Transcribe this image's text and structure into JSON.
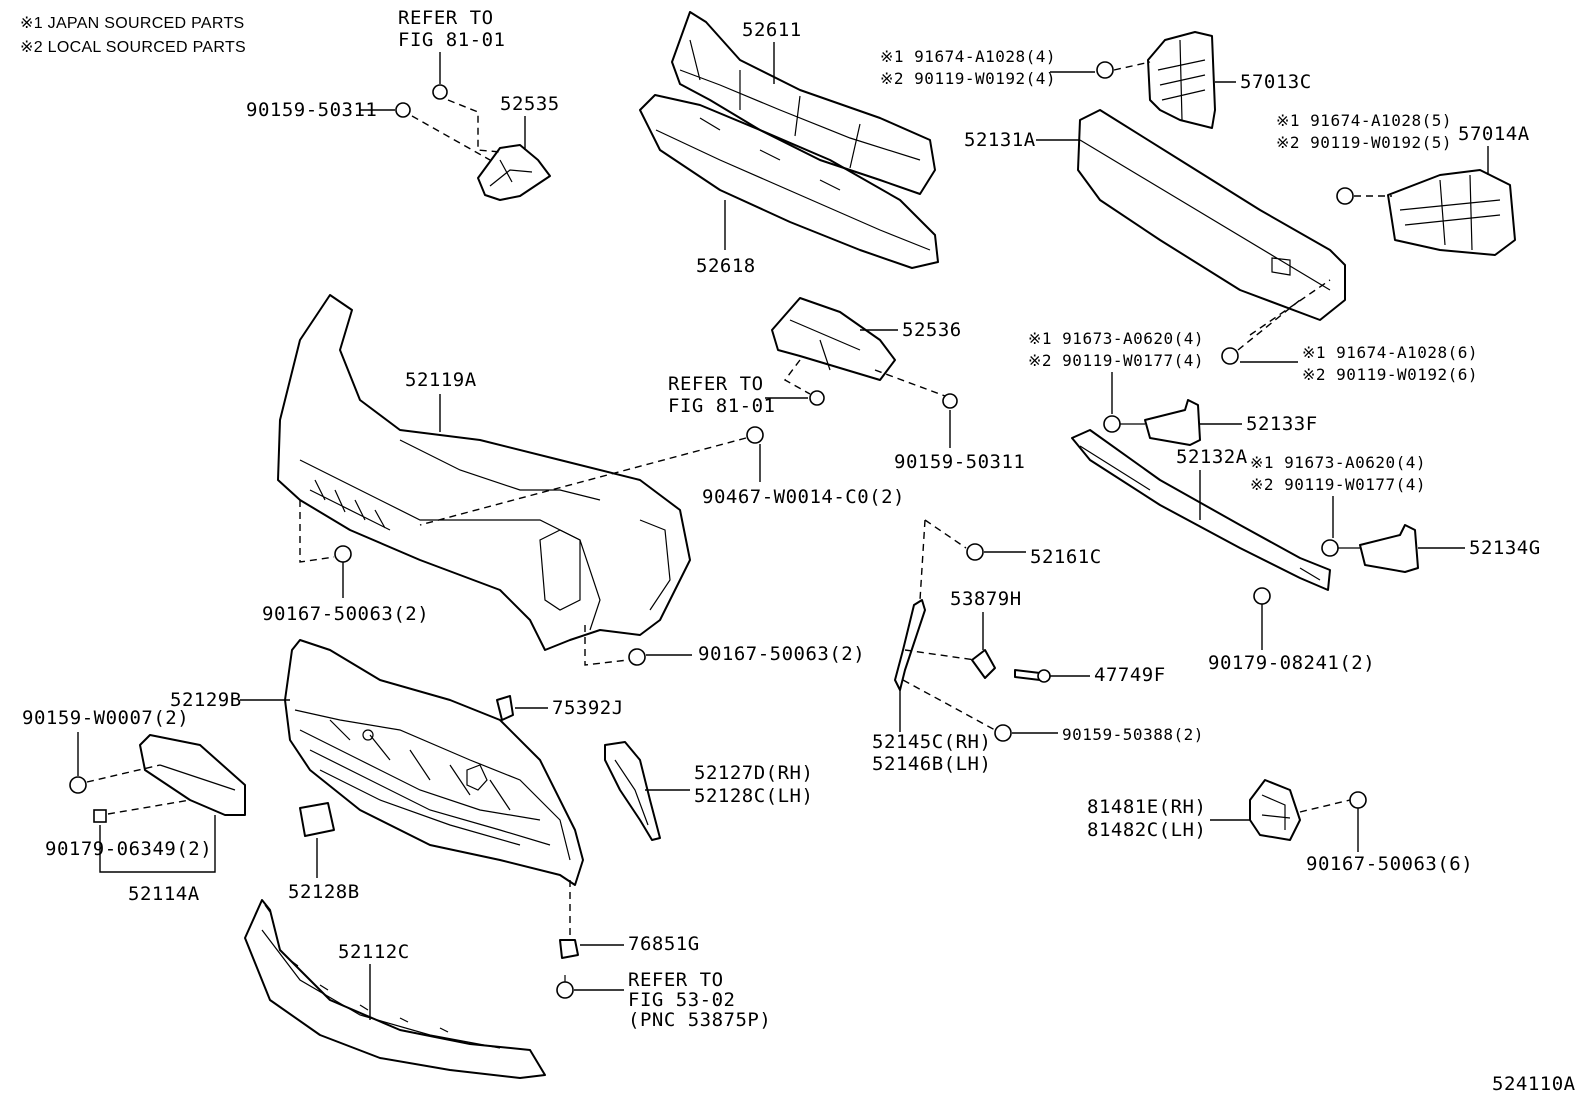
{
  "legend": [
    "※1 JAPAN SOURCED PARTS",
    "※2 LOCAL SOURCED PARTS"
  ],
  "diagram_code": "524110A",
  "labels": {
    "ref_81_01_top": [
      "REFER TO",
      "FIG 81-01"
    ],
    "p90159_50311_a": "90159-50311",
    "p52535": "52535",
    "p52611": "52611",
    "p52618": "52618",
    "f57013_j": "※1 91674-A1028(4)",
    "f57013_l": "※2 90119-W0192(4)",
    "p57013C": "57013C",
    "p52131A": "52131A",
    "f57014_j": "※1 91674-A1028(5)",
    "f57014_l": "※2 90119-W0192(5)",
    "p57014A": "57014A",
    "p52536": "52536",
    "ref_81_01_mid": [
      "REFER TO",
      "FIG 81-01"
    ],
    "p52119A": "52119A",
    "p90467": "90467-W0014-C0(2)",
    "p90159_50311_b": "90159-50311",
    "f52133_j": "※1 91673-A0620(4)",
    "f52133_l": "※2 90119-W0177(4)",
    "f52131_j": "※1 91674-A1028(6)",
    "f52131_l": "※2 90119-W0192(6)",
    "p52133F": "52133F",
    "p52132A": "52132A",
    "f52134_j": "※1 91673-A0620(4)",
    "f52134_l": "※2 90119-W0177(4)",
    "p52134G": "52134G",
    "p52161C": "52161C",
    "p90167_a": "90167-50063(2)",
    "p90167_b": "90167-50063(2)",
    "p53879H": "53879H",
    "p90179_08241": "90179-08241(2)",
    "p47749F": "47749F",
    "p52129B": "52129B",
    "p75392J": "75392J",
    "p90159_W0007": "90159-W0007(2)",
    "p52127D": "52127D(RH)",
    "p52128C": "52128C(LH)",
    "p52145C": "52145C(RH)",
    "p52146B": "52146B(LH)",
    "p90159_50388": "90159-50388(2)",
    "p81481E": "81481E(RH)",
    "p81482C": "81482C(LH)",
    "p90179_06349": "90179-06349(2)",
    "p52114A": "52114A",
    "p52128B": "52128B",
    "p90167_c": "90167-50063(6)",
    "p52112C": "52112C",
    "p76851G": "76851G",
    "ref_53_02": [
      "REFER TO",
      "FIG 53-02",
      "(PNC 53875P)"
    ]
  }
}
